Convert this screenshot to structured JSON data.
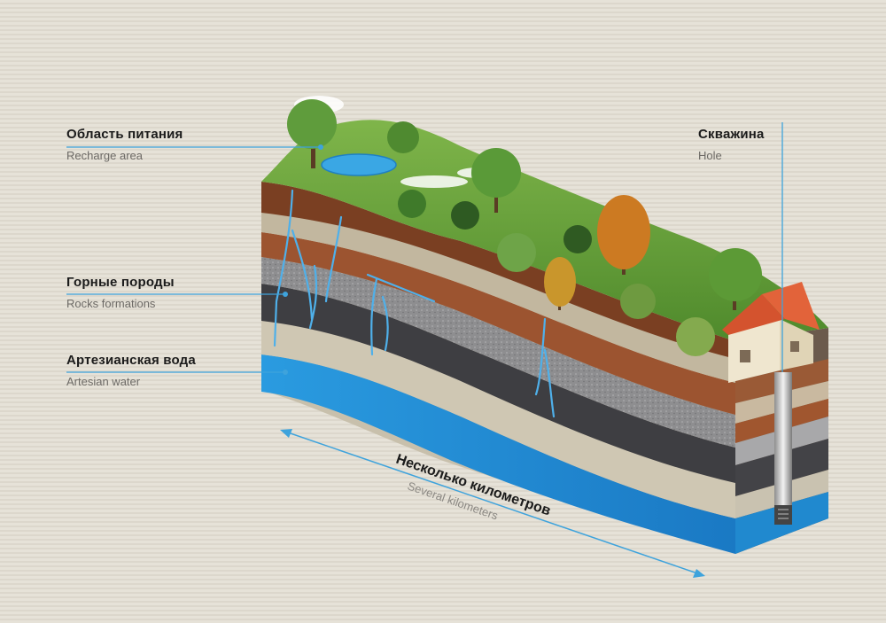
{
  "labels": {
    "recharge": {
      "ru": "Область питания",
      "en": "Recharge area"
    },
    "rocks": {
      "ru": "Горные породы",
      "en": "Rocks formations"
    },
    "artesian": {
      "ru": "Артезианская вода",
      "en": "Artesian water"
    },
    "hole": {
      "ru": "Скважина",
      "en": "Hole"
    },
    "distance": {
      "ru": "Несколько километров",
      "en": "Several kilometers"
    }
  },
  "colors": {
    "leader_line": "#3ea3dc",
    "water": "#1f8fd6",
    "grass": "#5f9e3a",
    "soil": "#8a4a2a",
    "rock_dark": "#3e3e42",
    "sand": "#c8bfa8"
  }
}
